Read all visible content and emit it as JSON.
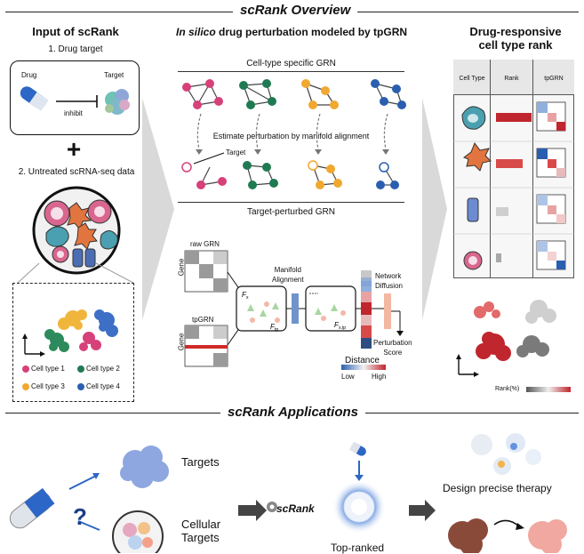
{
  "overview": {
    "title": "scRank Overview"
  },
  "input_panel": {
    "title": "Input of scRank",
    "step1": "1. Drug target",
    "drug_label": "Drug",
    "target_label": "Target",
    "inhibit_label": "inhibit",
    "plus": "+",
    "step2": "2. Untreated scRNA-seq data",
    "legend": [
      "Cell type 1",
      "Cell type 2",
      "Cell type 3",
      "Cell type 4"
    ]
  },
  "middle_panel": {
    "title_italic": "In silico",
    "title_rest": " drug perturbation modeled by tpGRN",
    "grn_label": "Cell-type specific GRN",
    "estimate_label": "Estimate perturbation by manifold alignment",
    "target_label": "Target",
    "perturbed_label": "Target-perturbed GRN",
    "raw_grn": "raw GRN",
    "tpgrn": "tpGRN",
    "gene": "Gene",
    "manifold": "Manifold\nAlignment",
    "distance_small": "distance",
    "network_diffusion": "Network\nDiffusion",
    "perturbation_score": "Perturbation\nScore",
    "distance": "Distance",
    "low": "Low",
    "high": "High",
    "fx": "Fx",
    "fy": "Fy",
    "fxy": "Fx,y"
  },
  "right_panel": {
    "title": "Drug-responsive\ncell type rank",
    "columns": [
      "Cell Type",
      "Rank",
      "tpGRN"
    ],
    "rank_values": [
      1.0,
      0.75,
      0.35,
      0.15
    ],
    "rank_label": "Rank(%)"
  },
  "applications": {
    "title": "scRank Applications",
    "targets": "Targets",
    "cellular": "Cellular\nTargets",
    "scrank": "scRank",
    "top_ranked": "Top-ranked",
    "design": "Design precise therapy",
    "question": "?"
  },
  "colors": {
    "pink": "#d6417a",
    "green": "#1f7a52",
    "orange": "#f0a830",
    "blue": "#2a5fb0",
    "red": "#c0262d",
    "grey": "#888888"
  }
}
